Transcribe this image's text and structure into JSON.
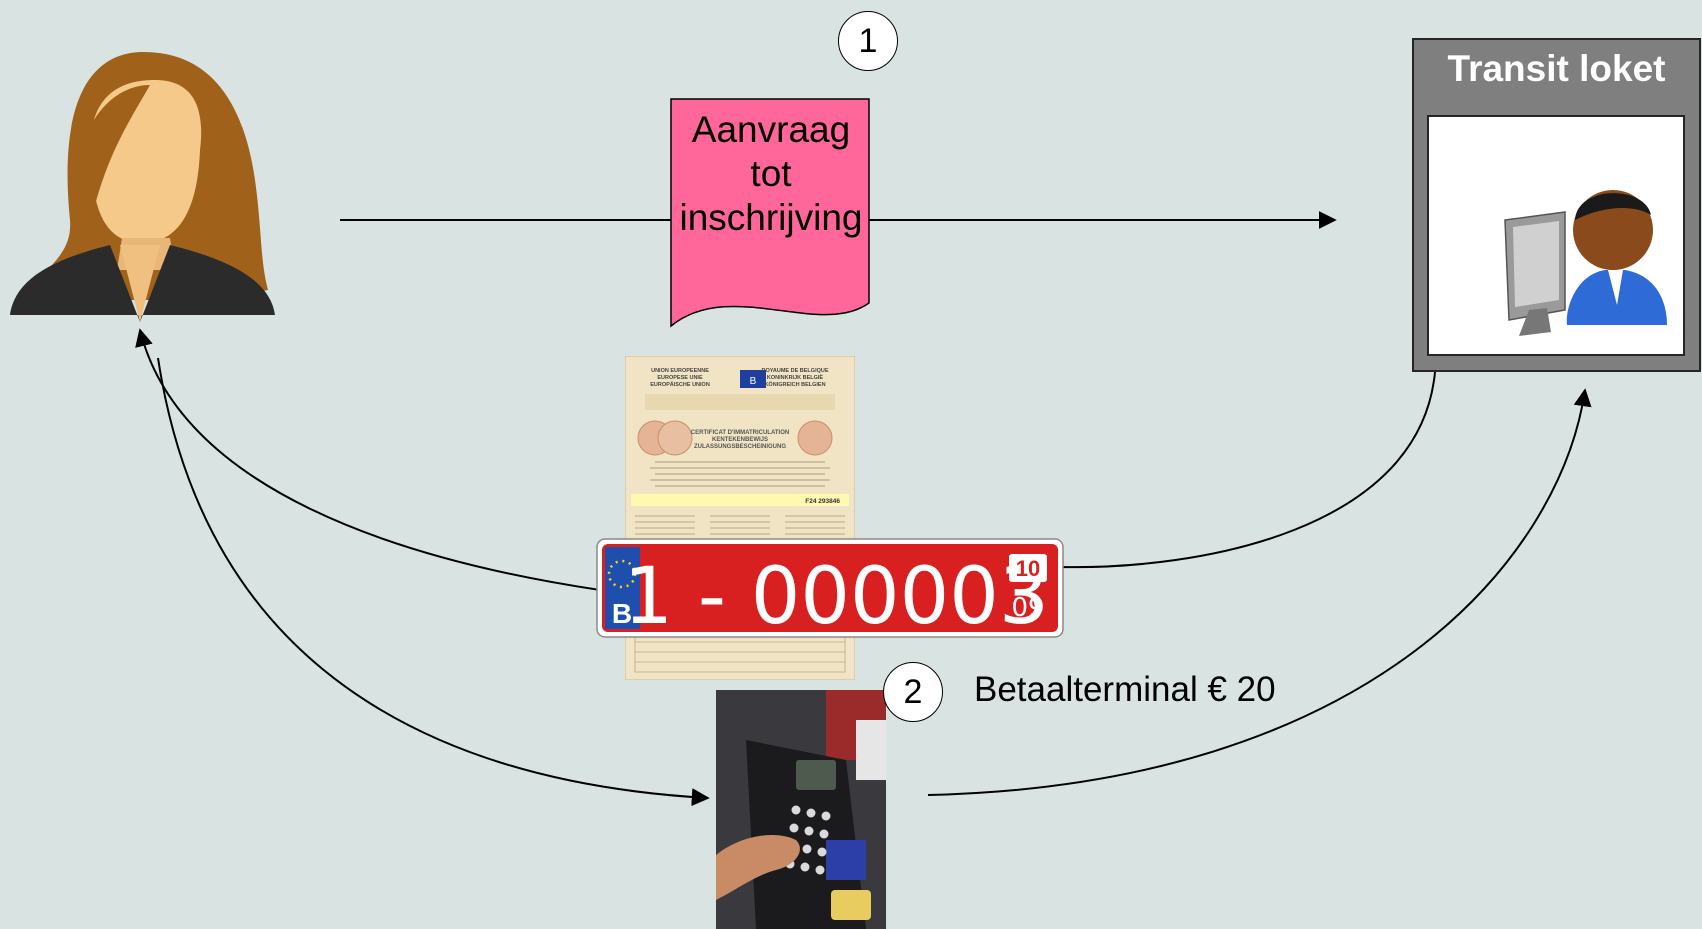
{
  "step1": {
    "number": "1"
  },
  "step2": {
    "number": "2"
  },
  "document": {
    "lines": [
      "Aanvraag",
      "tot",
      "inschrijving"
    ],
    "color": "#ff6699"
  },
  "transit_desk": {
    "title": "Transit loket",
    "frame_color": "#7f7f7f"
  },
  "payment": {
    "label": "Betaalterminal € 20"
  },
  "certificate": {
    "header_left": [
      "UNION EUROPEENNE",
      "EUROPESE UNIE",
      "EUROPÄISCHE UNION"
    ],
    "header_right": [
      "ROYAUME DE BELGIQUE",
      "KONINKRIJK BELGIË",
      "KÖNIGREICH BELGIEN"
    ],
    "flag_letter": "B",
    "title_lines": [
      "CERTIFICAT D'IMMATRICULATION",
      "KENTEKENBEWIJS",
      "ZULASSUNGSBESCHEINIGUNG"
    ],
    "serial": "F24 293846"
  },
  "plate": {
    "country": "B",
    "text": "1 - 000003",
    "month": "10",
    "year": "09",
    "color": "#d92020"
  },
  "icons": {
    "person": "woman-avatar-icon",
    "clerk": "clerk-at-computer-icon",
    "terminal": "payment-terminal-photo"
  }
}
